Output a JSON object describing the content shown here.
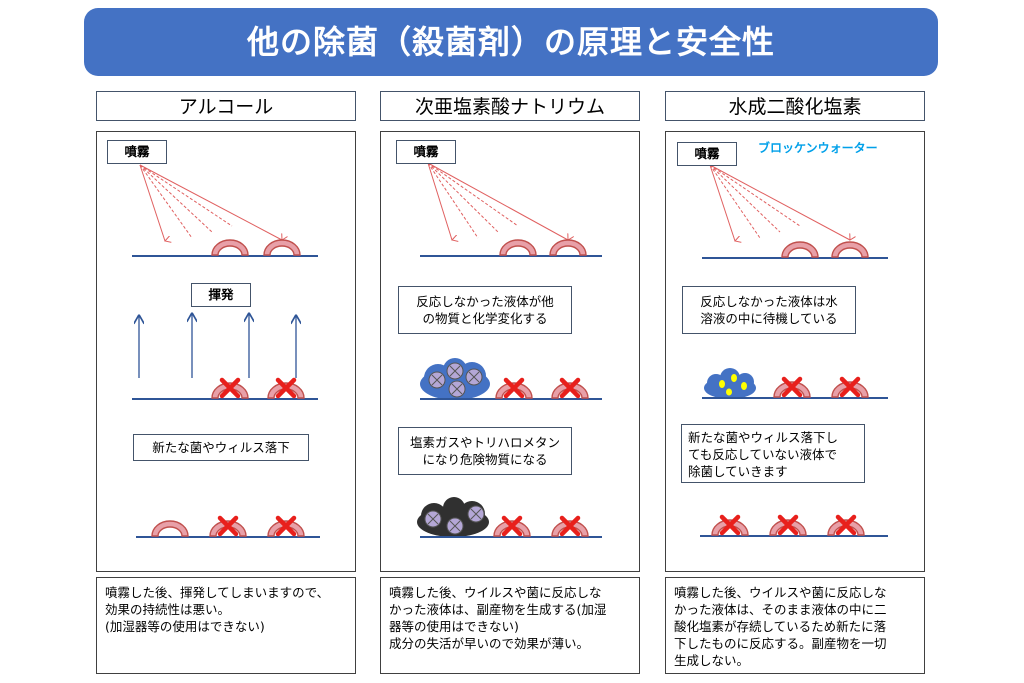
{
  "title": "他の除菌（殺菌剤）の原理と安全性",
  "columns": [
    {
      "heading": "アルコール",
      "spray_label": "噴霧",
      "step_label": "揮発",
      "step2_label": "新たな菌やウィルス落下",
      "note": "噴霧した後、揮発してしまいますので、\n効果の持続性は悪い。\n(加湿器等の使用はできない)"
    },
    {
      "heading": "次亜塩素酸ナトリウム",
      "spray_label": "噴霧",
      "step_label": "反応しなかった液体が他\nの物質と化学変化する",
      "step2_label": "塩素ガスやトリハロメタン\nになり危険物質になる",
      "note": "噴霧した後、ウイルスや菌に反応しな\nかった液体は、副産物を生成する(加湿\n器等の使用はできない)\n成分の失活が早いので効果が薄い。"
    },
    {
      "heading": "水成二酸化塩素",
      "spray_label": "噴霧",
      "brand": "ブロッケンウォーター",
      "step_label": "反応しなかった液体は水\n溶液の中に待機している",
      "step2_label": "新たな菌やウィルス落下し\nても反応していない液体で\n除菌していきます",
      "note": "噴霧した後、ウイルスや菌に反応しな\nかった液体は、そのまま液体の中に二\n酸化塩素が存続しているため新たに落\n下したものに反応する。副産物を一切\n生成しない。"
    }
  ],
  "colors": {
    "banner": "#4472c4",
    "microbe_fill": "#e8a0a8",
    "microbe_stroke": "#c0504d",
    "cross": "#e8201c",
    "surface": "#2f5597",
    "arrow_up": "#2f5597",
    "spray_arrow": "#e06060",
    "blob_blue": "#4472c4",
    "blob_dark": "#303030",
    "particle": "#b4a7d6",
    "yellow_dot": "#ffff00",
    "brand": "#00a0e9"
  }
}
